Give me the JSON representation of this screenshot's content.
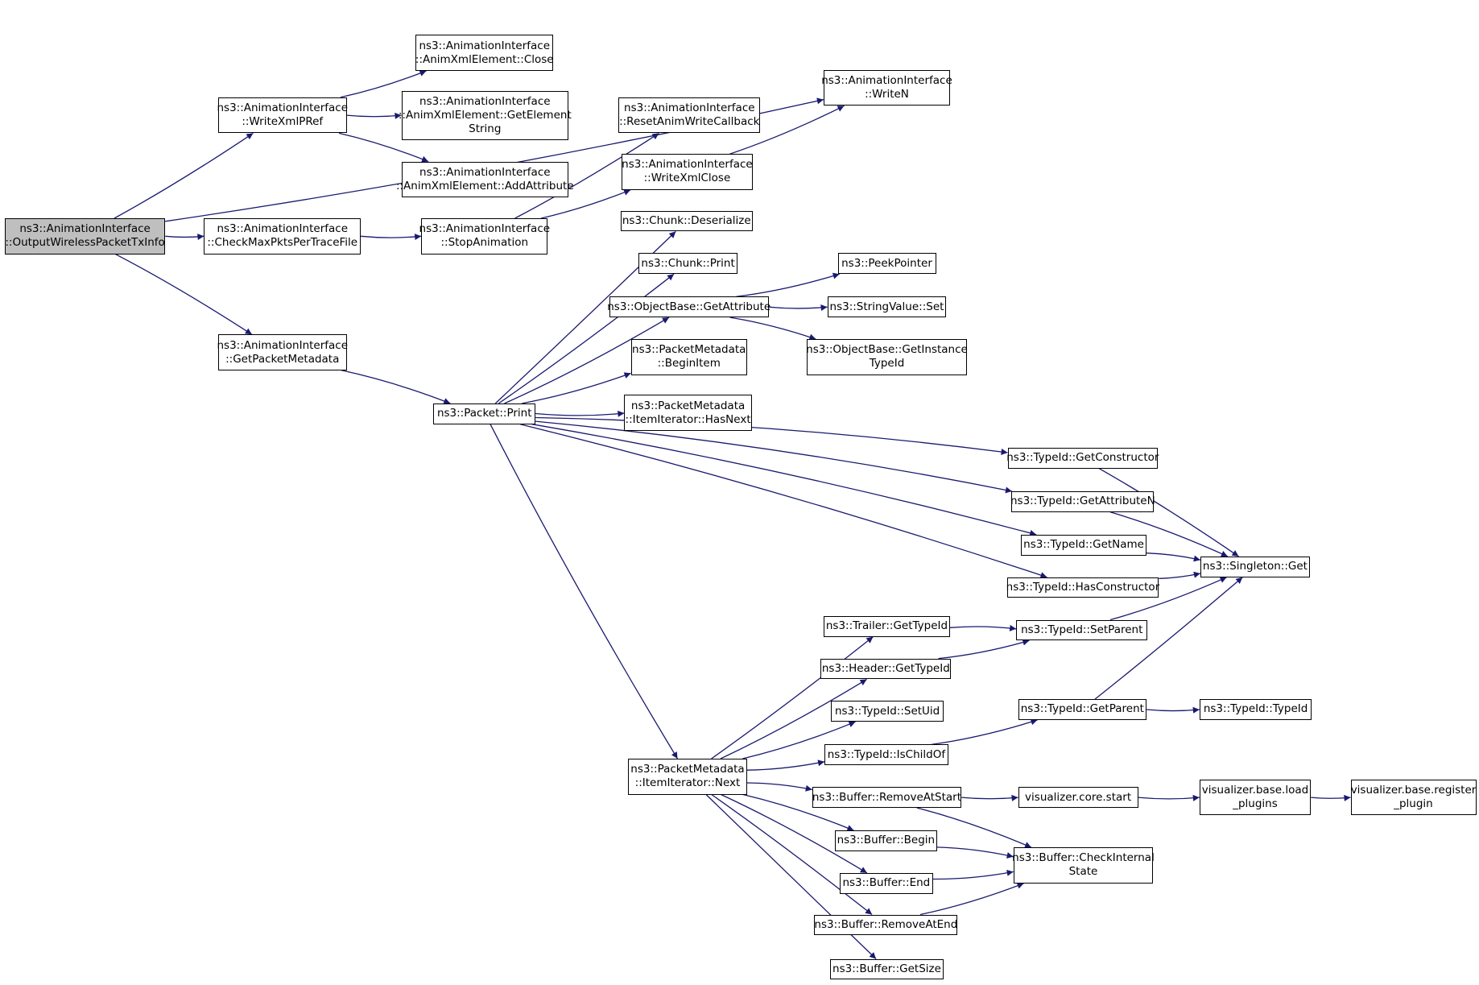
{
  "colors": {
    "edge": "#191970",
    "root_fill": "#bfbfbf",
    "node_fill": "#ffffff",
    "border": "#000000"
  },
  "nodes": {
    "output_wireless": {
      "lines": [
        "ns3::AnimationInterface",
        "::OutputWirelessPacketTxInfo"
      ],
      "root": true
    },
    "write_xml_pref": {
      "lines": [
        "ns3::AnimationInterface",
        "::WriteXmlPRef"
      ]
    },
    "check_max_pkts": {
      "lines": [
        "ns3::AnimationInterface",
        "::CheckMaxPktsPerTraceFile"
      ]
    },
    "get_packet_metadata": {
      "lines": [
        "ns3::AnimationInterface",
        "::GetPacketMetadata"
      ]
    },
    "anim_close": {
      "lines": [
        "ns3::AnimationInterface",
        "::AnimXmlElement::Close"
      ]
    },
    "anim_get_element_string": {
      "lines": [
        "ns3::AnimationInterface",
        "::AnimXmlElement::GetElement",
        "String"
      ]
    },
    "anim_add_attribute": {
      "lines": [
        "ns3::AnimationInterface",
        "::AnimXmlElement::AddAttribute"
      ]
    },
    "write_n": {
      "lines": [
        "ns3::AnimationInterface",
        "::WriteN"
      ]
    },
    "stop_animation": {
      "lines": [
        "ns3::AnimationInterface",
        "::StopAnimation"
      ]
    },
    "reset_anim_write_cb": {
      "lines": [
        "ns3::AnimationInterface",
        "::ResetAnimWriteCallback"
      ]
    },
    "write_xml_close": {
      "lines": [
        "ns3::AnimationInterface",
        "::WriteXmlClose"
      ]
    },
    "packet_print": {
      "lines": [
        "ns3::Packet::Print"
      ]
    },
    "chunk_deserialize": {
      "lines": [
        "ns3::Chunk::Deserialize"
      ]
    },
    "chunk_print": {
      "lines": [
        "ns3::Chunk::Print"
      ]
    },
    "objectbase_get_attribute": {
      "lines": [
        "ns3::ObjectBase::GetAttribute"
      ]
    },
    "peek_pointer": {
      "lines": [
        "ns3::PeekPointer"
      ]
    },
    "stringvalue_set": {
      "lines": [
        "ns3::StringValue::Set"
      ]
    },
    "objectbase_get_instance_typeid": {
      "lines": [
        "ns3::ObjectBase::GetInstance",
        "TypeId"
      ]
    },
    "packetmetadata_begin_item": {
      "lines": [
        "ns3::PacketMetadata",
        "::BeginItem"
      ]
    },
    "itemiterator_hasnext": {
      "lines": [
        "ns3::PacketMetadata",
        "::ItemIterator::HasNext"
      ]
    },
    "typeid_get_constructor": {
      "lines": [
        "ns3::TypeId::GetConstructor"
      ]
    },
    "typeid_get_attribute_n": {
      "lines": [
        "ns3::TypeId::GetAttributeN"
      ]
    },
    "typeid_get_name": {
      "lines": [
        "ns3::TypeId::GetName"
      ]
    },
    "typeid_has_constructor": {
      "lines": [
        "ns3::TypeId::HasConstructor"
      ]
    },
    "singleton_get": {
      "lines": [
        "ns3::Singleton::Get"
      ]
    },
    "trailer_get_typeid": {
      "lines": [
        "ns3::Trailer::GetTypeId"
      ]
    },
    "header_get_typeid": {
      "lines": [
        "ns3::Header::GetTypeId"
      ]
    },
    "typeid_set_parent": {
      "lines": [
        "ns3::TypeId::SetParent"
      ]
    },
    "typeid_set_uid": {
      "lines": [
        "ns3::TypeId::SetUid"
      ]
    },
    "typeid_is_child_of": {
      "lines": [
        "ns3::TypeId::IsChildOf"
      ]
    },
    "typeid_get_parent": {
      "lines": [
        "ns3::TypeId::GetParent"
      ]
    },
    "typeid_typeid": {
      "lines": [
        "ns3::TypeId::TypeId"
      ]
    },
    "itemiterator_next": {
      "lines": [
        "ns3::PacketMetadata",
        "::ItemIterator::Next"
      ]
    },
    "buffer_remove_at_start": {
      "lines": [
        "ns3::Buffer::RemoveAtStart"
      ]
    },
    "visualizer_core_start": {
      "lines": [
        "visualizer.core.start"
      ]
    },
    "visualizer_load_plugins": {
      "lines": [
        "visualizer.base.load",
        "_plugins"
      ]
    },
    "visualizer_register_plugin": {
      "lines": [
        "visualizer.base.register",
        "_plugin"
      ]
    },
    "buffer_begin": {
      "lines": [
        "ns3::Buffer::Begin"
      ]
    },
    "buffer_check_internal_state": {
      "lines": [
        "ns3::Buffer::CheckInternal",
        "State"
      ]
    },
    "buffer_end": {
      "lines": [
        "ns3::Buffer::End"
      ]
    },
    "buffer_remove_at_end": {
      "lines": [
        "ns3::Buffer::RemoveAtEnd"
      ]
    },
    "buffer_get_size": {
      "lines": [
        "ns3::Buffer::GetSize"
      ]
    }
  },
  "edges": [
    [
      "output_wireless",
      "write_xml_pref"
    ],
    [
      "output_wireless",
      "check_max_pkts"
    ],
    [
      "output_wireless",
      "get_packet_metadata"
    ],
    [
      "output_wireless",
      "write_n"
    ],
    [
      "write_xml_pref",
      "anim_close"
    ],
    [
      "write_xml_pref",
      "anim_get_element_string"
    ],
    [
      "write_xml_pref",
      "anim_add_attribute"
    ],
    [
      "check_max_pkts",
      "stop_animation"
    ],
    [
      "stop_animation",
      "reset_anim_write_cb"
    ],
    [
      "stop_animation",
      "write_xml_close"
    ],
    [
      "write_xml_close",
      "write_n"
    ],
    [
      "get_packet_metadata",
      "packet_print"
    ],
    [
      "packet_print",
      "chunk_deserialize"
    ],
    [
      "packet_print",
      "chunk_print"
    ],
    [
      "packet_print",
      "objectbase_get_attribute"
    ],
    [
      "packet_print",
      "packetmetadata_begin_item"
    ],
    [
      "packet_print",
      "itemiterator_hasnext"
    ],
    [
      "packet_print",
      "typeid_get_constructor"
    ],
    [
      "packet_print",
      "typeid_get_attribute_n"
    ],
    [
      "packet_print",
      "typeid_get_name"
    ],
    [
      "packet_print",
      "typeid_has_constructor"
    ],
    [
      "packet_print",
      "itemiterator_next"
    ],
    [
      "objectbase_get_attribute",
      "peek_pointer"
    ],
    [
      "objectbase_get_attribute",
      "stringvalue_set"
    ],
    [
      "objectbase_get_attribute",
      "objectbase_get_instance_typeid"
    ],
    [
      "typeid_get_constructor",
      "singleton_get"
    ],
    [
      "typeid_get_attribute_n",
      "singleton_get"
    ],
    [
      "typeid_get_name",
      "singleton_get"
    ],
    [
      "typeid_has_constructor",
      "singleton_get"
    ],
    [
      "typeid_set_parent",
      "singleton_get"
    ],
    [
      "typeid_get_parent",
      "singleton_get"
    ],
    [
      "trailer_get_typeid",
      "typeid_set_parent"
    ],
    [
      "header_get_typeid",
      "typeid_set_parent"
    ],
    [
      "typeid_is_child_of",
      "typeid_get_parent"
    ],
    [
      "typeid_get_parent",
      "typeid_typeid"
    ],
    [
      "itemiterator_next",
      "trailer_get_typeid"
    ],
    [
      "itemiterator_next",
      "header_get_typeid"
    ],
    [
      "itemiterator_next",
      "typeid_set_uid"
    ],
    [
      "itemiterator_next",
      "typeid_is_child_of"
    ],
    [
      "itemiterator_next",
      "buffer_remove_at_start"
    ],
    [
      "itemiterator_next",
      "buffer_begin"
    ],
    [
      "itemiterator_next",
      "buffer_end"
    ],
    [
      "itemiterator_next",
      "buffer_remove_at_end"
    ],
    [
      "itemiterator_next",
      "buffer_get_size"
    ],
    [
      "buffer_remove_at_start",
      "visualizer_core_start"
    ],
    [
      "buffer_remove_at_start",
      "buffer_check_internal_state"
    ],
    [
      "visualizer_core_start",
      "visualizer_load_plugins"
    ],
    [
      "visualizer_load_plugins",
      "visualizer_register_plugin"
    ],
    [
      "buffer_begin",
      "buffer_check_internal_state"
    ],
    [
      "buffer_end",
      "buffer_check_internal_state"
    ],
    [
      "buffer_remove_at_end",
      "buffer_check_internal_state"
    ]
  ]
}
